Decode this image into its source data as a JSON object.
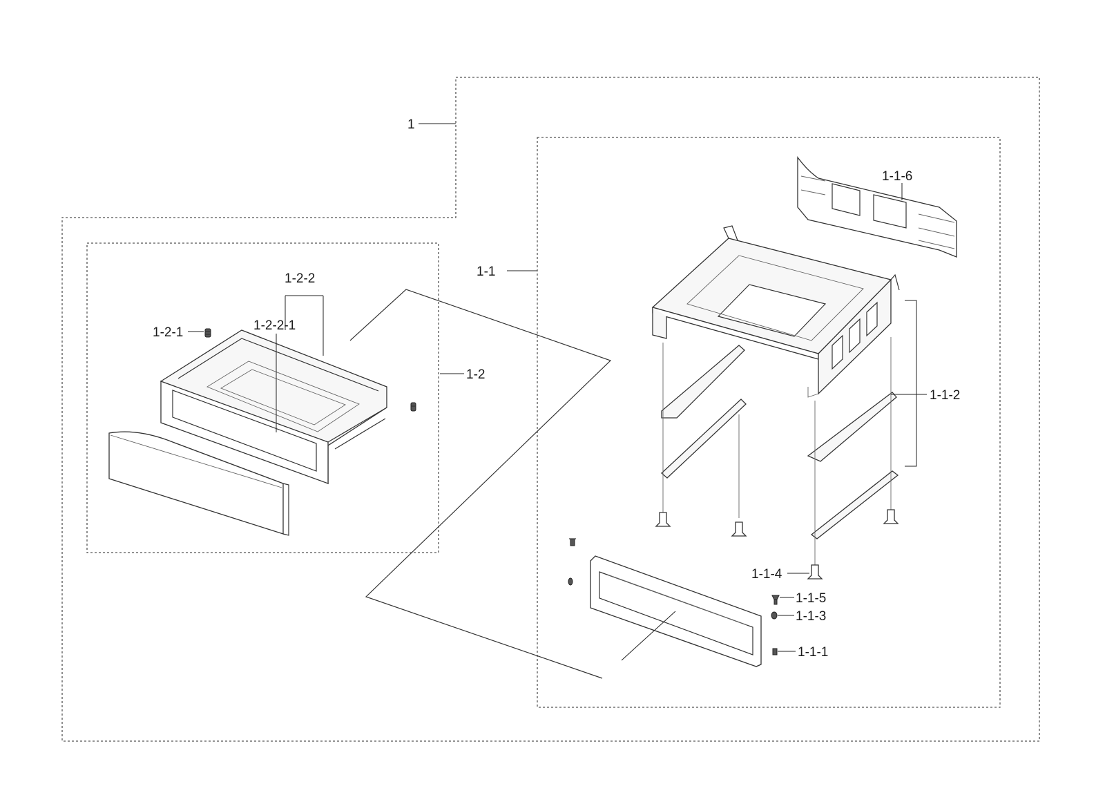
{
  "callouts": {
    "assembly_1": "1",
    "assembly_1_1": "1-1",
    "assembly_1_2": "1-2",
    "part_1_1_1": "1-1-1",
    "part_1_1_2": "1-1-2",
    "part_1_1_3": "1-1-3",
    "part_1_1_4": "1-1-4",
    "part_1_1_5": "1-1-5",
    "part_1_1_6": "1-1-6",
    "part_1_2_1": "1-2-1",
    "part_1_2_2": "1-2-2",
    "part_1_2_2_1": "1-2-2-1"
  }
}
